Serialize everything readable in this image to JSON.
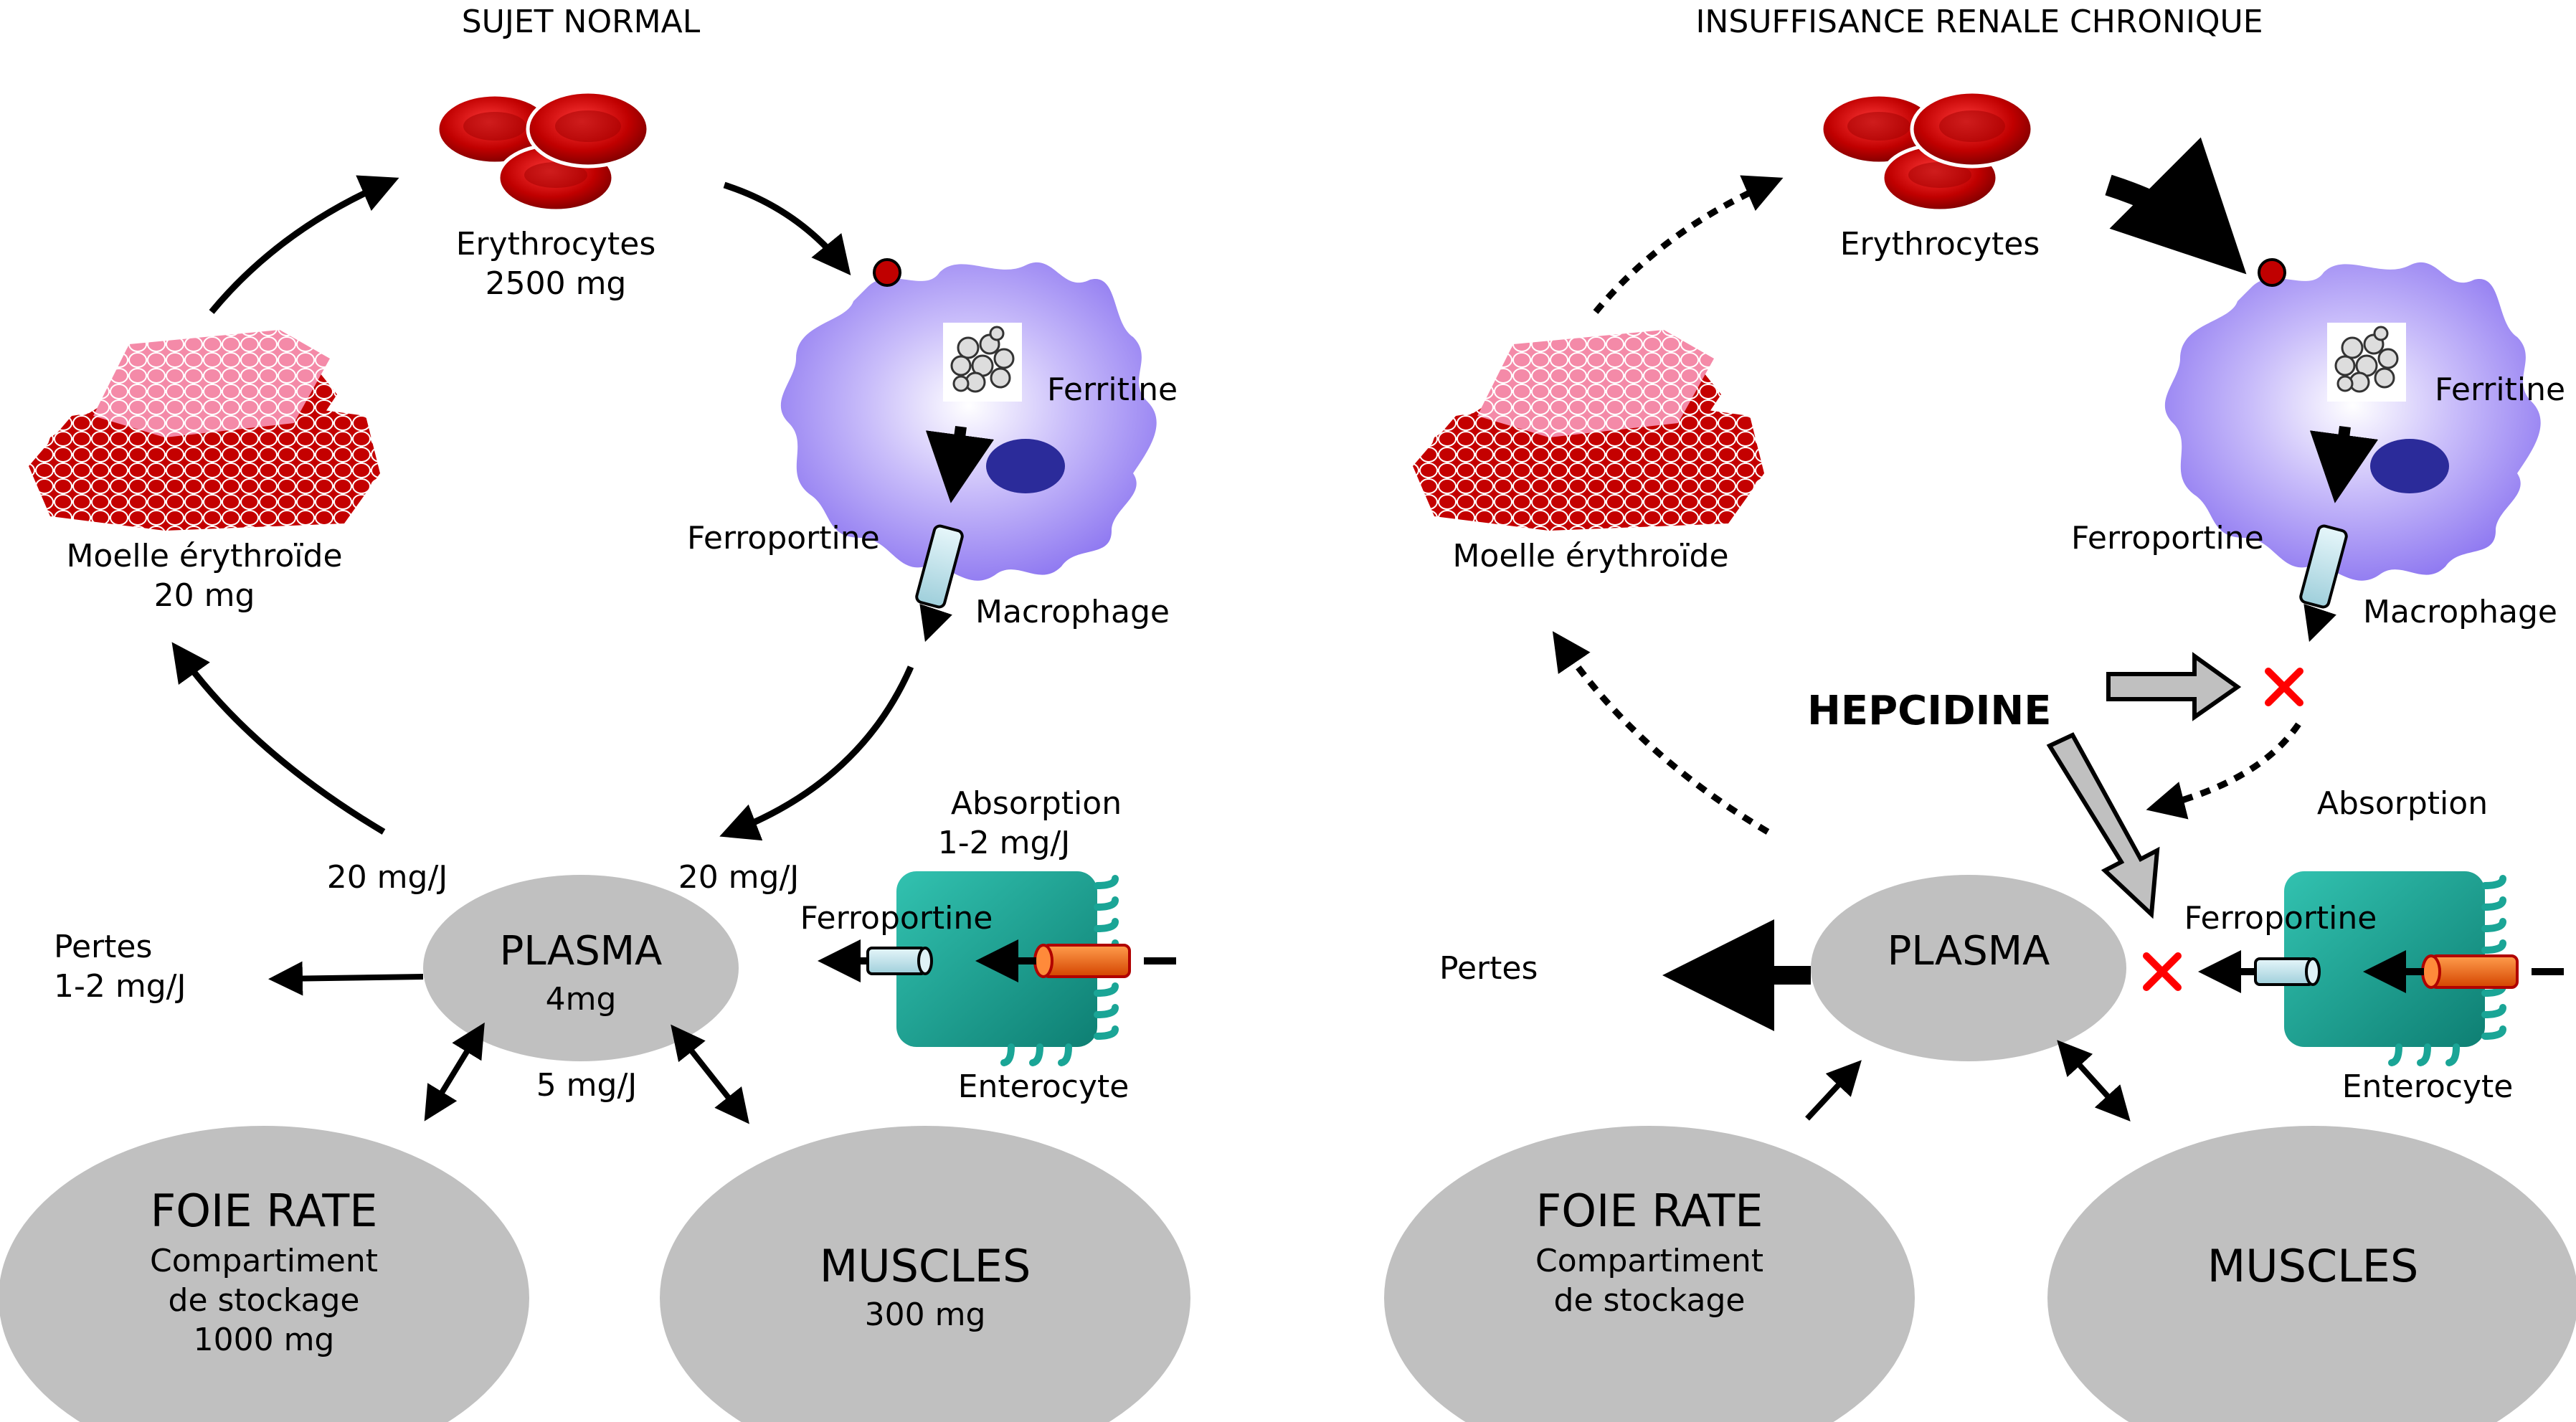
{
  "left": {
    "title": "SUJET NORMAL",
    "erythrocytes": "Erythrocytes",
    "erythrocytes_amount": "2500 mg",
    "ferritine": "Ferritine",
    "ferroportine_macrophage": "Ferroportine",
    "macrophage": "Macrophage",
    "moelle": "Moelle érythroïde",
    "moelle_amount": "20 mg",
    "flow_left": "20 mg/J",
    "flow_right": "20 mg/J",
    "absorption": "Absorption",
    "absorption_amount": "1-2 mg/J",
    "ferroportine_enterocyte": "Ferroportine",
    "enterocyte": "Enterocyte",
    "pertes": "Pertes",
    "pertes_amount": "1-2 mg/J",
    "plasma": "PLASMA",
    "plasma_amount": "4mg",
    "exchange": "5 mg/J",
    "foie_rate": "FOIE RATE",
    "foie_line1": "Compartiment",
    "foie_line2": "de stockage",
    "foie_amount": "1000 mg",
    "muscles": "MUSCLES",
    "muscles_amount": "300 mg"
  },
  "right": {
    "title": "INSUFFISANCE RENALE CHRONIQUE",
    "erythrocytes": "Erythrocytes",
    "ferritine": "Ferritine",
    "ferroportine_macrophage": "Ferroportine",
    "macrophage": "Macrophage",
    "moelle": "Moelle érythroïde",
    "hepcidine": "HEPCIDINE",
    "absorption": "Absorption",
    "ferroportine_enterocyte": "Ferroportine",
    "enterocyte": "Enterocyte",
    "pertes": "Pertes",
    "plasma": "PLASMA",
    "foie_rate": "FOIE RATE",
    "foie_line1": "Compartiment",
    "foie_line2": "de stockage",
    "muscles": "MUSCLES"
  },
  "colors": {
    "rbc": "#c00000",
    "rbc_light": "#f48aa8",
    "macrophage": "#9b87f5",
    "nucleus": "#2b2b9a",
    "enterocyte": "#1aa596",
    "channel": "#bfe2ea",
    "transporter": "#f25c05",
    "compartment": "#c0c0c0",
    "block": "#ff0000"
  },
  "icons": [
    "erythrocytes-icon",
    "bone-marrow-cells-icon",
    "macrophage-icon",
    "ferritin-icon",
    "ferroportin-channel-icon",
    "enterocyte-icon",
    "block-cross-icon"
  ]
}
